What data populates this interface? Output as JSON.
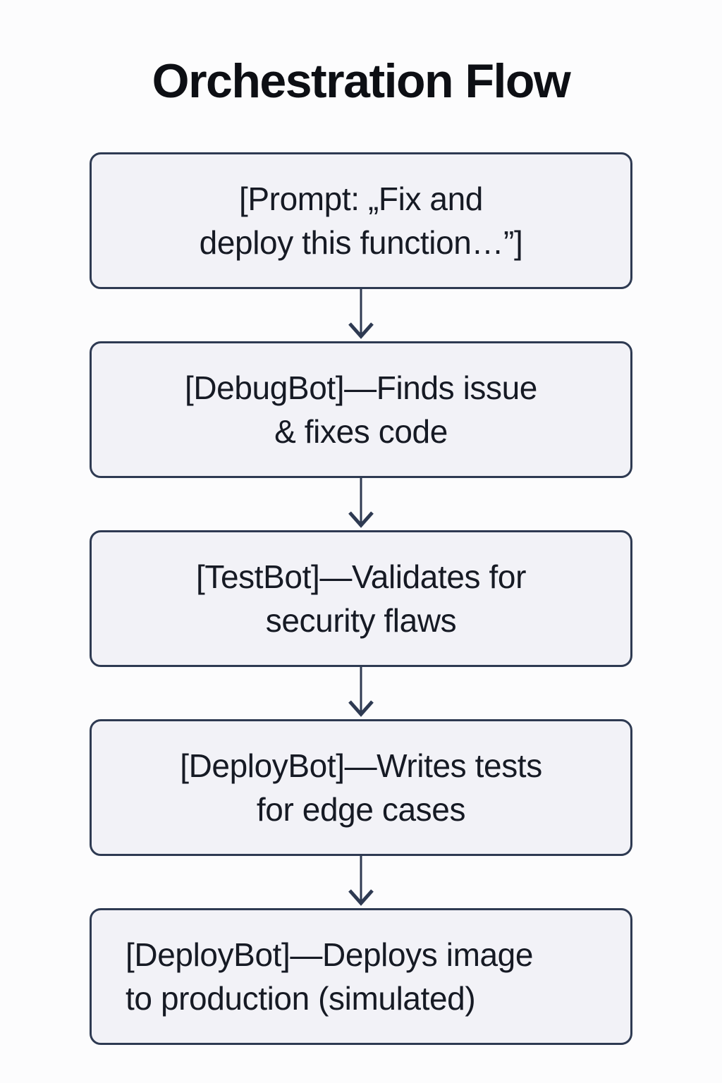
{
  "title": "Orchestration Flow",
  "colors": {
    "page_bg": "#fcfcfd",
    "box_fill": "#f2f2f7",
    "border": "#2e3a52",
    "arrow": "#2e3a52",
    "text": "#161a24",
    "title_color": "#0d0f14"
  },
  "flow": {
    "nodes": [
      {
        "id": "prompt",
        "lines": [
          "[Prompt: „Fix and",
          "deploy this function…”]"
        ]
      },
      {
        "id": "debugbot",
        "lines": [
          "[DebugBot]—Finds issue",
          "& fixes code"
        ]
      },
      {
        "id": "testbot",
        "lines": [
          "[TestBot]—Validates for",
          "security flaws"
        ]
      },
      {
        "id": "deploybot-tests",
        "lines": [
          "[DeployBot]—Writes tests",
          "for edge cases"
        ]
      },
      {
        "id": "deploybot-deploy",
        "lines": [
          "[DeployBot]—Deploys image",
          "to production (simulated)"
        ]
      }
    ]
  }
}
